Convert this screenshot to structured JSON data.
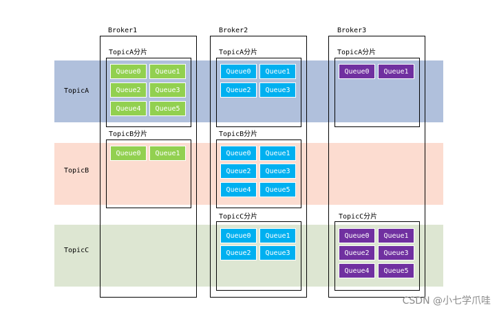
{
  "colors": {
    "band_topicA": "#b0c0dc",
    "band_topicB": "#fcdcd0",
    "band_topicC": "#dde6d2",
    "broker1_queue": "#92d050",
    "broker2_queue": "#00b0f0",
    "broker3_queue": "#7030a0",
    "queue_border": "#ffffff"
  },
  "topics": [
    {
      "label": "TopicA"
    },
    {
      "label": "TopicB"
    },
    {
      "label": "TopicC"
    }
  ],
  "brokers": [
    {
      "label": "Broker1",
      "partitions": [
        {
          "label": "TopicA分片",
          "queues": [
            "Queue0",
            "Queue1",
            "Queue2",
            "Queue3",
            "Queue4",
            "Queue5"
          ]
        },
        {
          "label": "TopicB分片",
          "queues": [
            "Queue0",
            "Queue1"
          ]
        }
      ]
    },
    {
      "label": "Broker2",
      "partitions": [
        {
          "label": "TopicA分片",
          "queues": [
            "Queue0",
            "Queue1",
            "Queue2",
            "Queue3"
          ]
        },
        {
          "label": "TopicB分片",
          "queues": [
            "Queue0",
            "Queue1",
            "Queue2",
            "Queue3",
            "Queue4",
            "Queue5"
          ]
        },
        {
          "label": "TopicC分片",
          "queues": [
            "Queue0",
            "Queue1",
            "Queue2",
            "Queue3"
          ]
        }
      ]
    },
    {
      "label": "Broker3",
      "partitions": [
        {
          "label": "TopicA分片",
          "queues": [
            "Queue0",
            "Queue1"
          ]
        },
        {
          "label": "TopicC分片",
          "queues": [
            "Queue0",
            "Queue1",
            "Queue2",
            "Queue3",
            "Queue4",
            "Queue5"
          ]
        }
      ]
    }
  ],
  "watermark": "CSDN @小七学爪哇"
}
